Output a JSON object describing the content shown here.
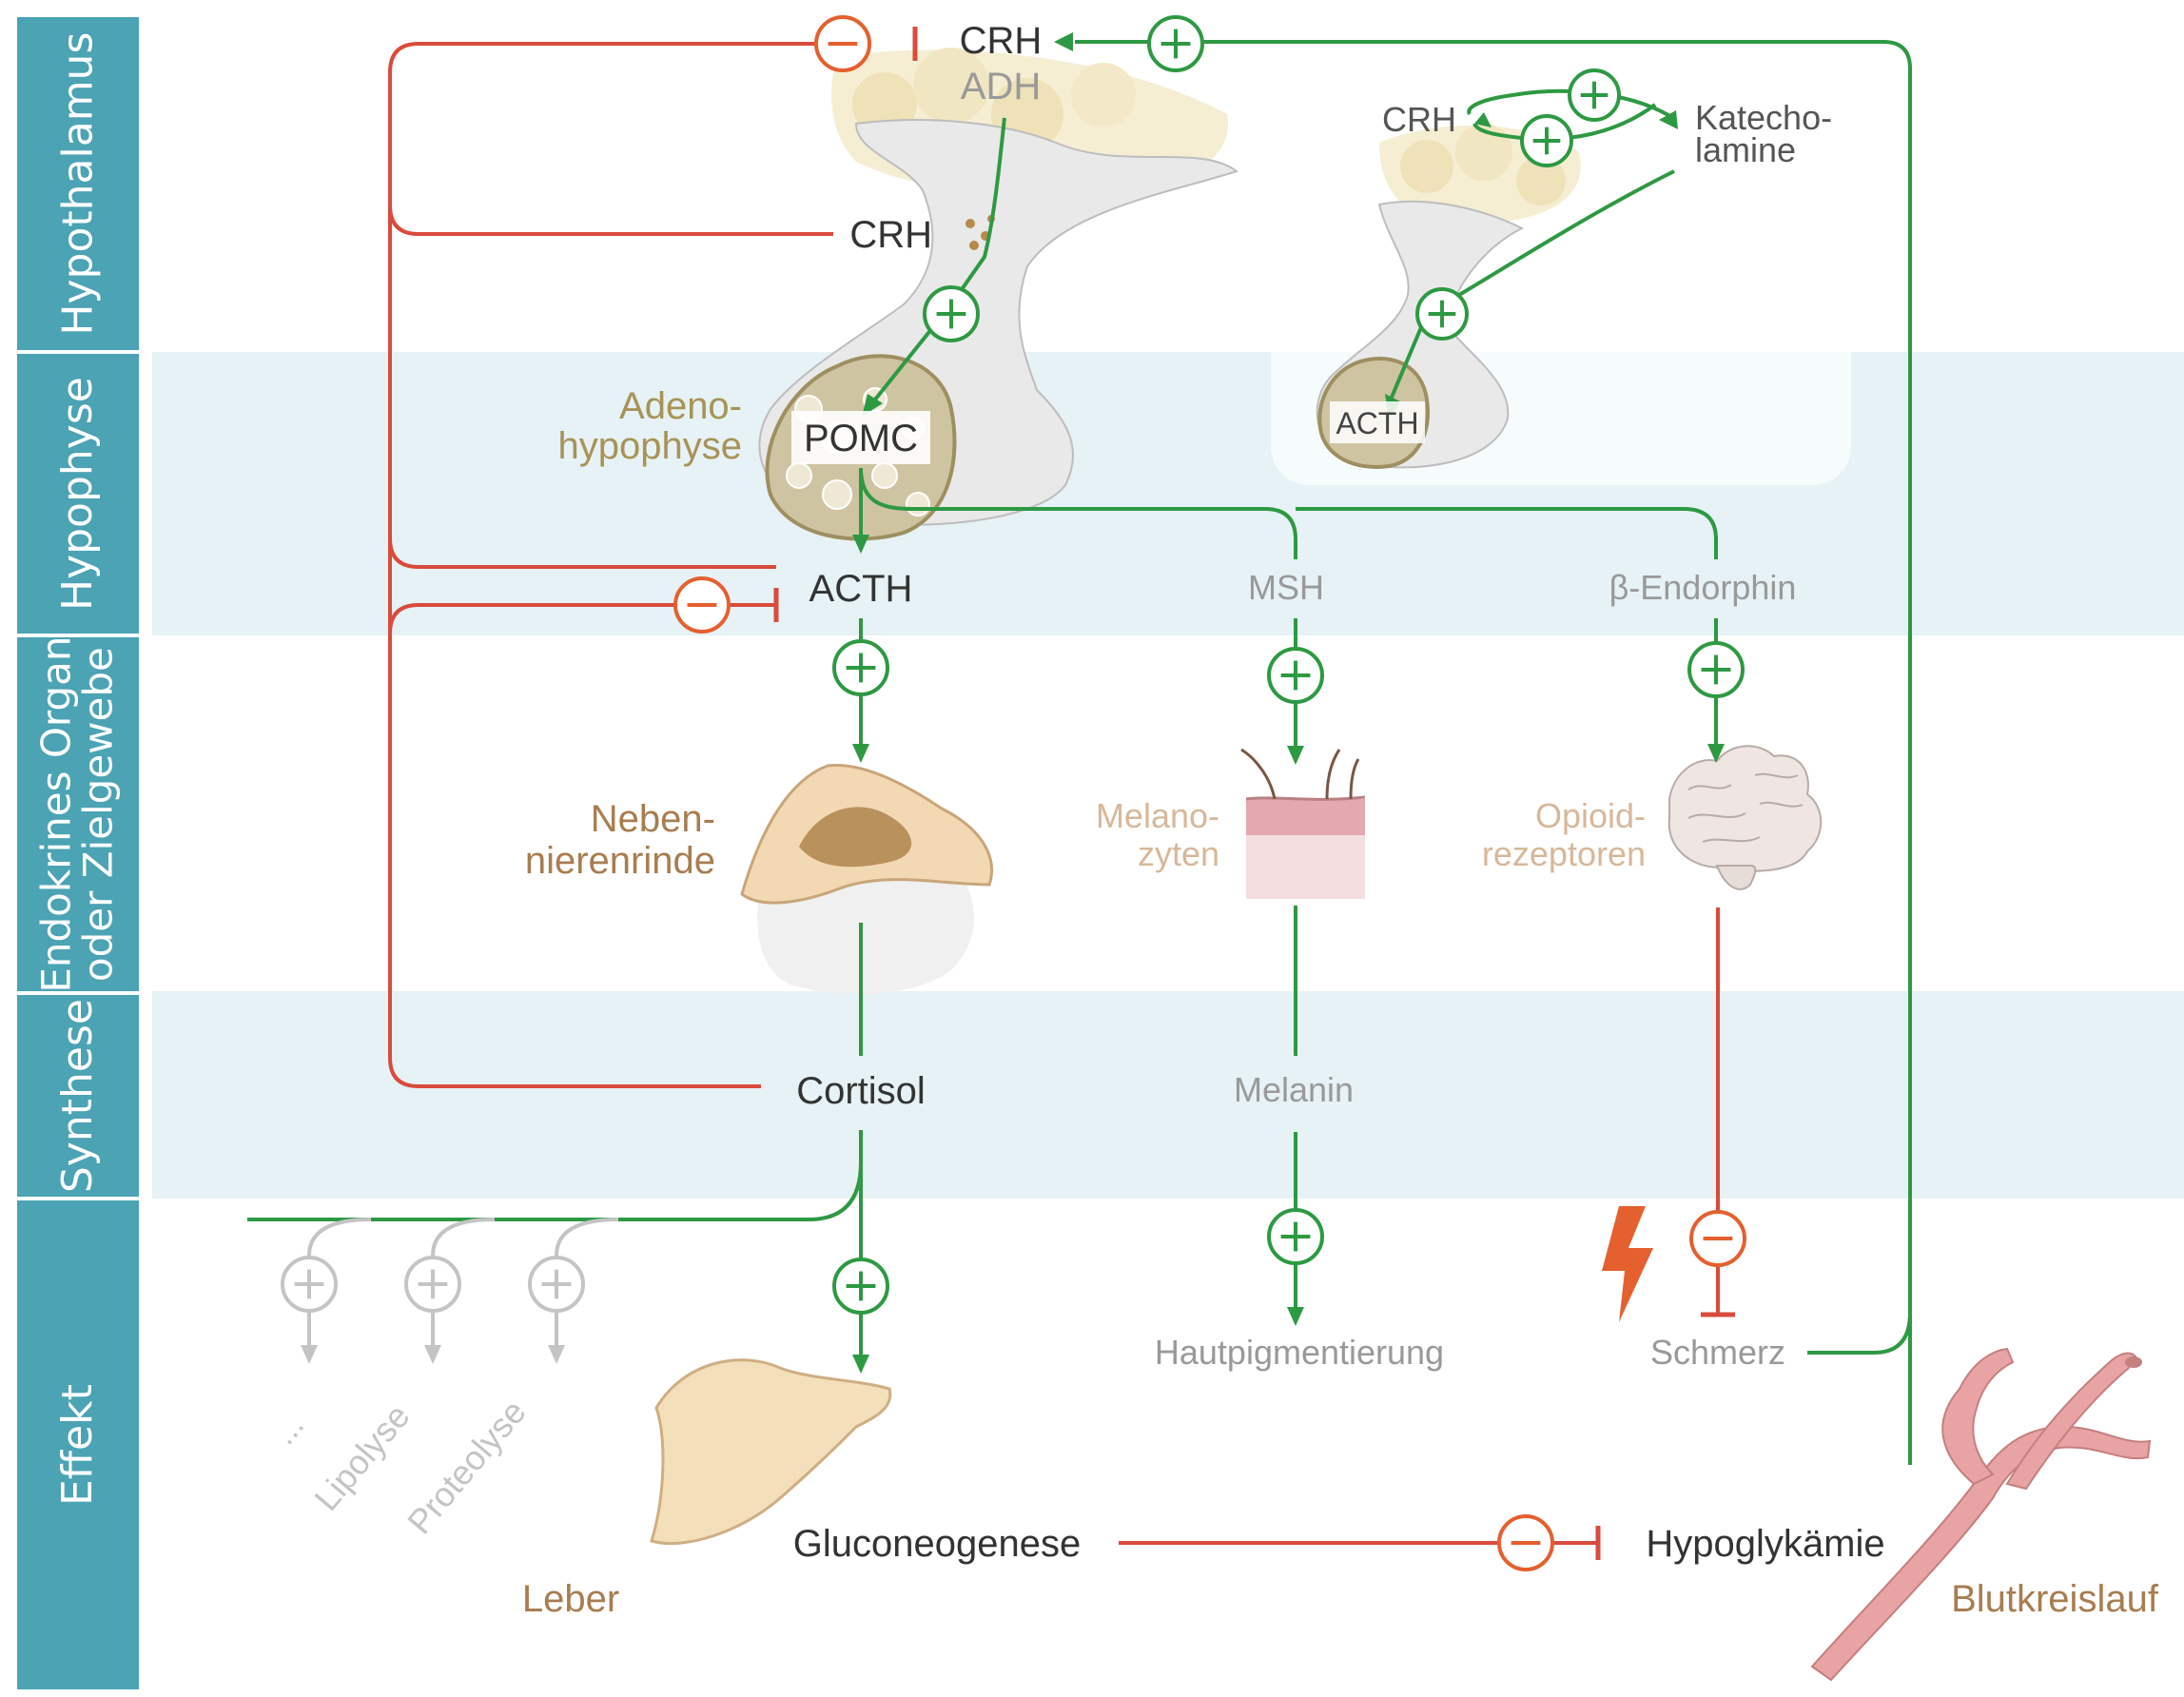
{
  "colors": {
    "label_bg": "#4ba3b4",
    "band": "#e6f2f5",
    "green": "#2e9943",
    "red": "#d94b3c",
    "orange": "#e4602f",
    "organ_gold": "#a89357",
    "organ_brown": "#a87d50",
    "text_dark": "#333333",
    "text_grey": "#999999",
    "faded": "#c4c4c4"
  },
  "rows": {
    "hypothalamus": "Hypothalamus",
    "hypophyse": "Hypophyse",
    "organ_line1": "Endokrines Organ",
    "organ_line2": "oder Zielgewebe",
    "synthese": "Synthese",
    "effekt": "Effekt"
  },
  "nodes": {
    "crh_top": "CRH",
    "adh": "ADH",
    "crh_mid": "CRH",
    "adeno_line1": "Adeno-",
    "adeno_line2": "hypophyse",
    "pomc": "POMC",
    "acth": "ACTH",
    "msh": "MSH",
    "endorphin": "β-Endorphin",
    "nnr_line1": "Neben-",
    "nnr_line2": "nierenrinde",
    "melano_line1": "Melano-",
    "melano_line2": "zyten",
    "opioid_line1": "Opioid-",
    "opioid_line2": "rezeptoren",
    "cortisol": "Cortisol",
    "melanin": "Melanin",
    "hautpigmentierung": "Hautpigmentierung",
    "schmerz": "Schmerz",
    "ellipsis": "...",
    "lipolyse": "Lipolyse",
    "proteolyse": "Proteolyse",
    "gluconeogenese": "Gluconeogenese",
    "leber": "Leber",
    "hypoglykaemie": "Hypoglykämie",
    "blutkreislauf": "Blutkreislauf"
  },
  "inset": {
    "crh": "CRH",
    "katecho_line1": "Katecho-",
    "katecho_line2": "lamine",
    "acth": "ACTH"
  },
  "symbols": {
    "plus": "+",
    "minus": "−"
  },
  "icons": [
    "hypothalamus-tissue",
    "pituitary-gland",
    "adrenal-cortex-icon",
    "skin-hair-icon",
    "brain-icon",
    "liver-icon",
    "lightning-icon",
    "blood-vessel-icon"
  ]
}
